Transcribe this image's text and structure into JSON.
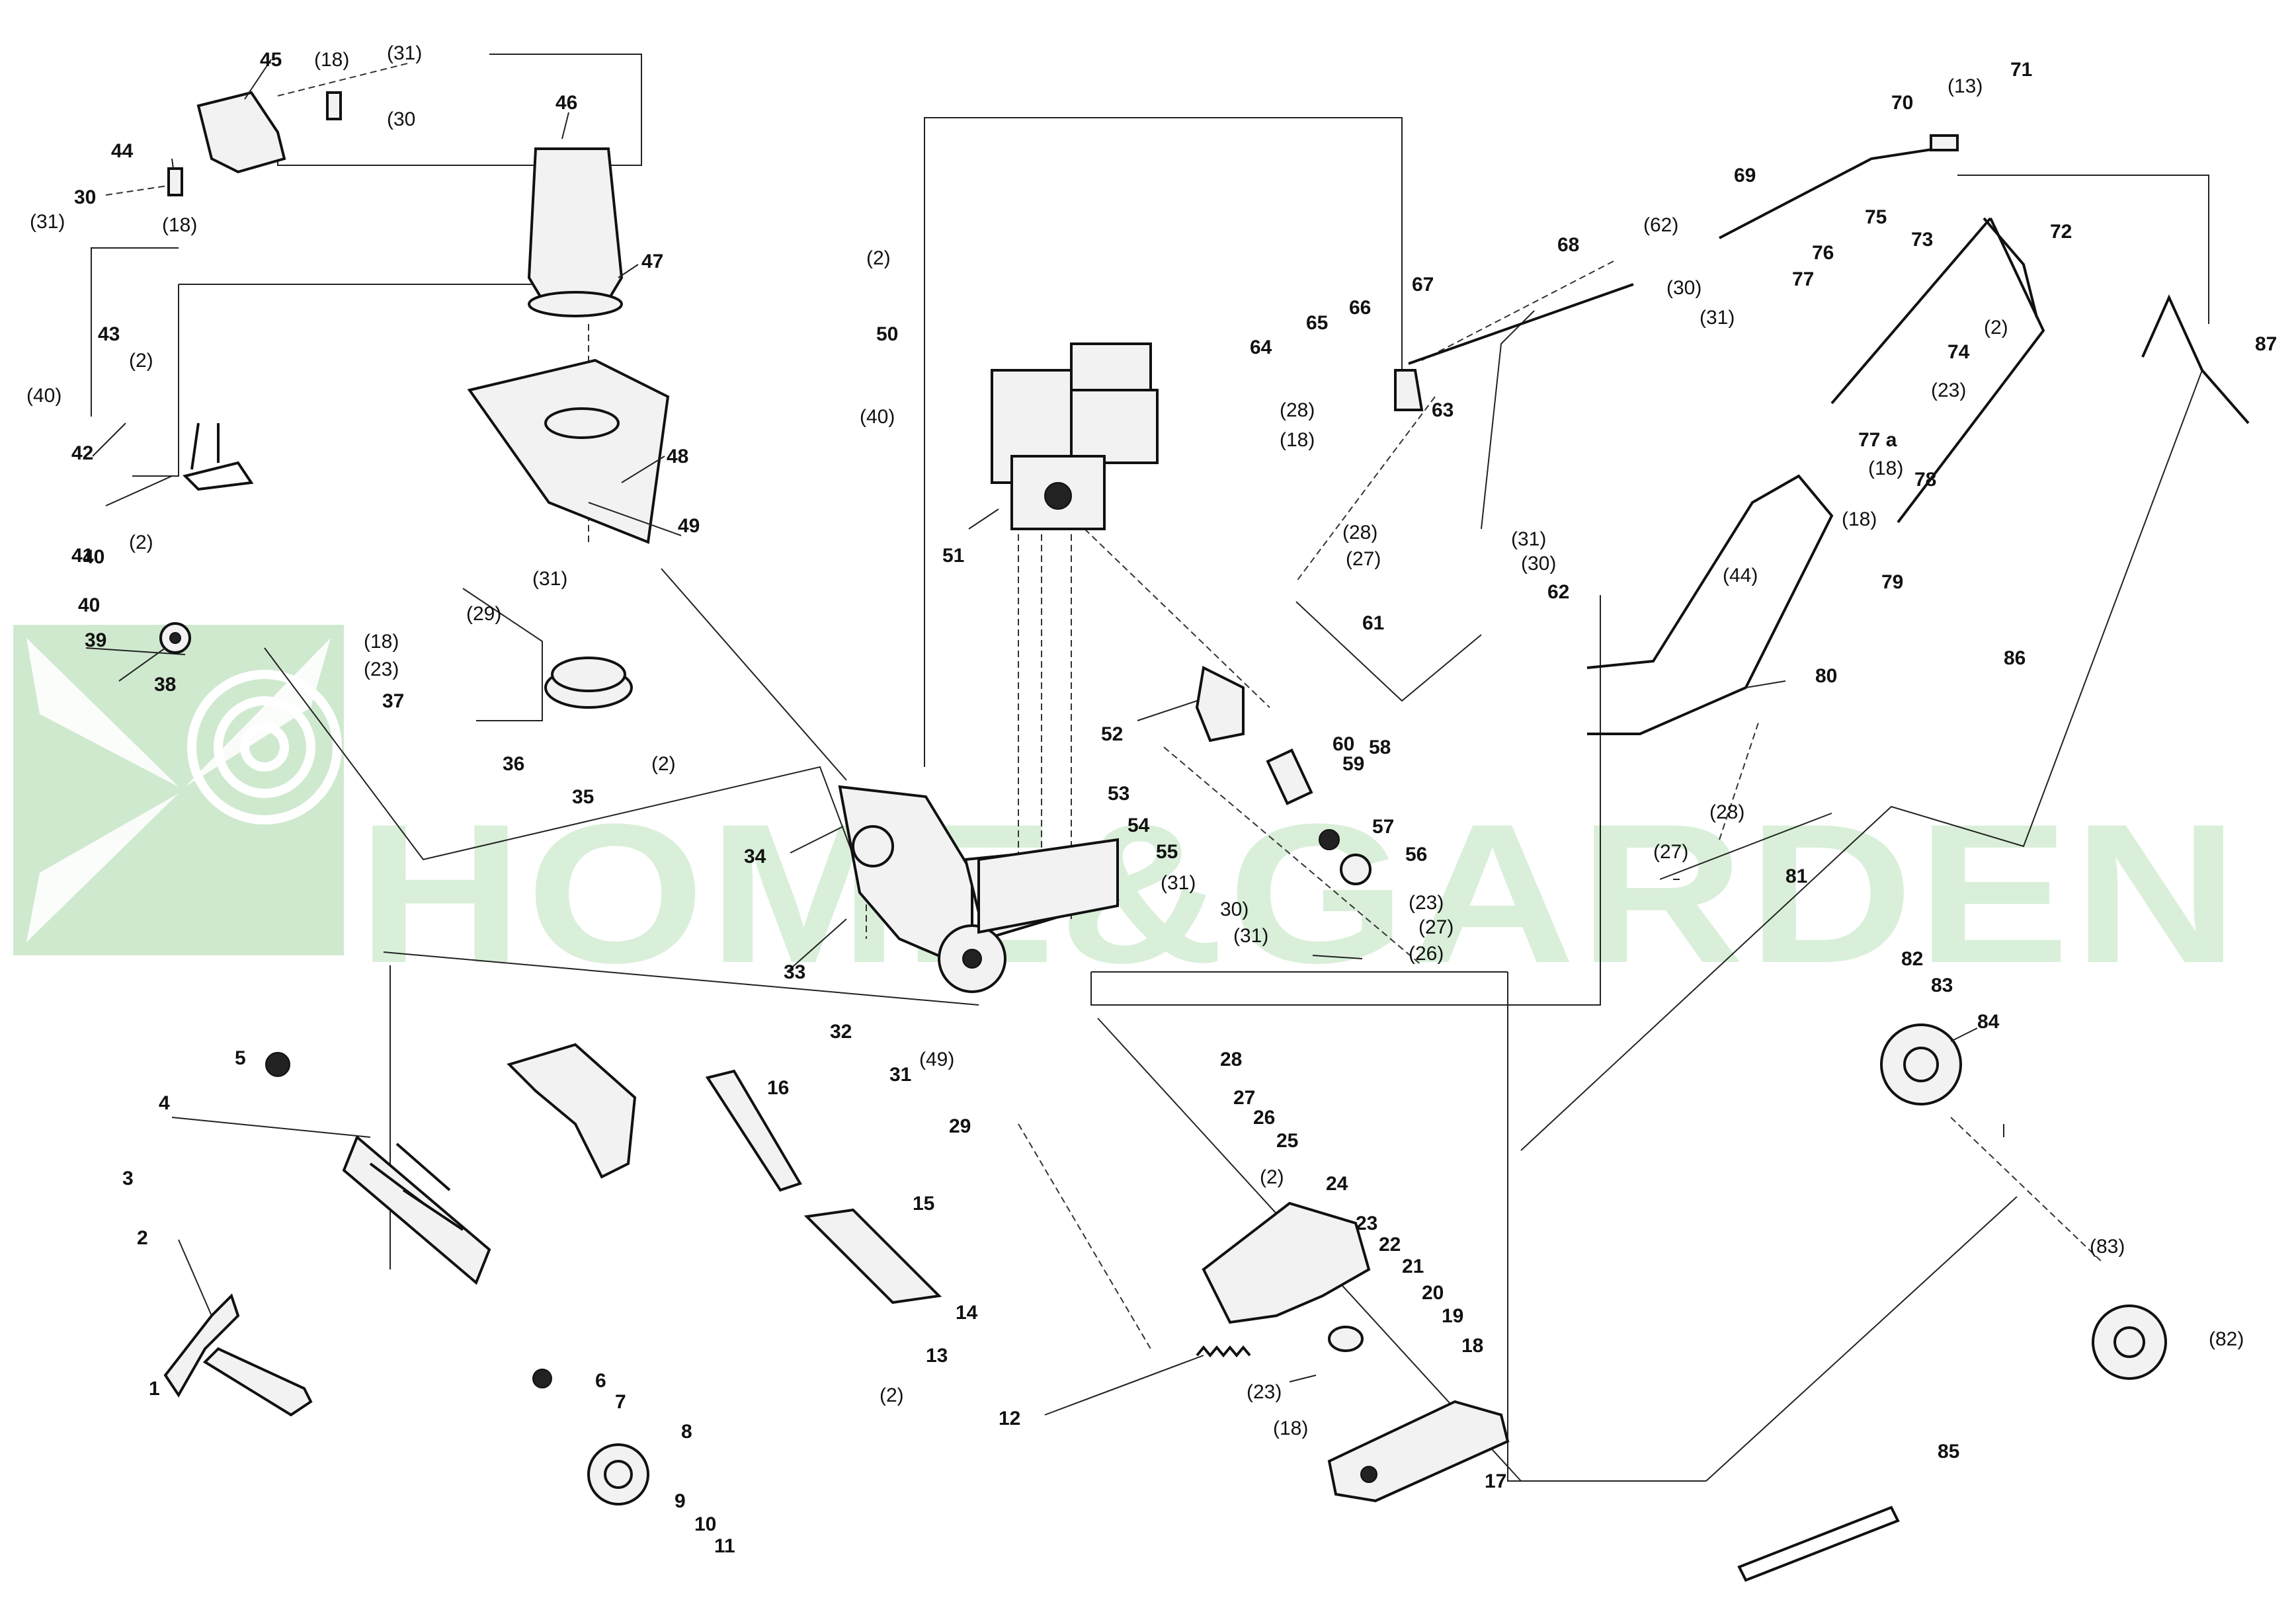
{
  "watermark": {
    "text": "HOME&GARDEN",
    "color": "#d9efd9",
    "logo_color": "#cfe9cf"
  },
  "part_labels": [
    {
      "id": "1",
      "text": "1"
    },
    {
      "id": "2",
      "text": "2"
    },
    {
      "id": "3",
      "text": "3"
    },
    {
      "id": "4",
      "text": "4"
    },
    {
      "id": "5",
      "text": "5"
    },
    {
      "id": "6",
      "text": "6"
    },
    {
      "id": "7",
      "text": "7"
    },
    {
      "id": "8",
      "text": "8"
    },
    {
      "id": "9",
      "text": "9"
    },
    {
      "id": "10",
      "text": "10"
    },
    {
      "id": "11",
      "text": "11"
    },
    {
      "id": "12",
      "text": "12"
    },
    {
      "id": "13",
      "text": "13"
    },
    {
      "id": "14",
      "text": "14"
    },
    {
      "id": "15",
      "text": "15"
    },
    {
      "id": "16",
      "text": "16"
    },
    {
      "id": "17",
      "text": "17"
    },
    {
      "id": "18",
      "text": "18"
    },
    {
      "id": "19",
      "text": "19"
    },
    {
      "id": "20",
      "text": "20"
    },
    {
      "id": "21",
      "text": "21"
    },
    {
      "id": "22",
      "text": "22"
    },
    {
      "id": "23",
      "text": "23"
    },
    {
      "id": "24",
      "text": "24"
    },
    {
      "id": "25",
      "text": "25"
    },
    {
      "id": "26",
      "text": "26"
    },
    {
      "id": "27",
      "text": "27"
    },
    {
      "id": "28",
      "text": "28"
    },
    {
      "id": "29",
      "text": "29"
    },
    {
      "id": "31",
      "text": "31"
    },
    {
      "id": "32",
      "text": "32"
    },
    {
      "id": "33",
      "text": "33"
    },
    {
      "id": "34",
      "text": "34"
    },
    {
      "id": "35",
      "text": "35"
    },
    {
      "id": "36",
      "text": "36"
    },
    {
      "id": "37",
      "text": "37"
    },
    {
      "id": "38",
      "text": "38"
    },
    {
      "id": "39",
      "text": "39"
    },
    {
      "id": "40",
      "text": "40"
    },
    {
      "id": "40b",
      "text": "40"
    },
    {
      "id": "41",
      "text": "41"
    },
    {
      "id": "42",
      "text": "42"
    },
    {
      "id": "43",
      "text": "43"
    },
    {
      "id": "44",
      "text": "44"
    },
    {
      "id": "45",
      "text": "45"
    },
    {
      "id": "46",
      "text": "46"
    },
    {
      "id": "47",
      "text": "47"
    },
    {
      "id": "48",
      "text": "48"
    },
    {
      "id": "49",
      "text": "49"
    },
    {
      "id": "50",
      "text": "50"
    },
    {
      "id": "51",
      "text": "51"
    },
    {
      "id": "52",
      "text": "52"
    },
    {
      "id": "53",
      "text": "53"
    },
    {
      "id": "54",
      "text": "54"
    },
    {
      "id": "55",
      "text": "55"
    },
    {
      "id": "56",
      "text": "56"
    },
    {
      "id": "57",
      "text": "57"
    },
    {
      "id": "58",
      "text": "58"
    },
    {
      "id": "59",
      "text": "59"
    },
    {
      "id": "60",
      "text": "60"
    },
    {
      "id": "61",
      "text": "61"
    },
    {
      "id": "62",
      "text": "62"
    },
    {
      "id": "63",
      "text": "63"
    },
    {
      "id": "64",
      "text": "64"
    },
    {
      "id": "65",
      "text": "65"
    },
    {
      "id": "66",
      "text": "66"
    },
    {
      "id": "67",
      "text": "67"
    },
    {
      "id": "68",
      "text": "68"
    },
    {
      "id": "69",
      "text": "69"
    },
    {
      "id": "70",
      "text": "70"
    },
    {
      "id": "71",
      "text": "71"
    },
    {
      "id": "72",
      "text": "72"
    },
    {
      "id": "73",
      "text": "73"
    },
    {
      "id": "74",
      "text": "74"
    },
    {
      "id": "75",
      "text": "75"
    },
    {
      "id": "76",
      "text": "76"
    },
    {
      "id": "77",
      "text": "77"
    },
    {
      "id": "77a",
      "text": "77 a"
    },
    {
      "id": "78",
      "text": "78"
    },
    {
      "id": "79",
      "text": "79"
    },
    {
      "id": "80",
      "text": "80"
    },
    {
      "id": "81",
      "text": "81"
    },
    {
      "id": "82",
      "text": "82"
    },
    {
      "id": "83",
      "text": "83"
    },
    {
      "id": "84",
      "text": "84"
    },
    {
      "id": "85",
      "text": "85"
    },
    {
      "id": "86",
      "text": "86"
    },
    {
      "id": "87",
      "text": "87"
    },
    {
      "id": "30a",
      "text": "30"
    },
    {
      "id": "12b",
      "text": "12"
    }
  ],
  "ref_labels": [
    {
      "id": "r18a",
      "text": "(18)"
    },
    {
      "id": "r31a",
      "text": "(31)"
    },
    {
      "id": "r30a",
      "text": "(30"
    },
    {
      "id": "r18b",
      "text": "(18)"
    },
    {
      "id": "r31b",
      "text": "(31)"
    },
    {
      "id": "r2a",
      "text": "(2)"
    },
    {
      "id": "r40a",
      "text": "(40)"
    },
    {
      "id": "r2b",
      "text": "(2)"
    },
    {
      "id": "r31c",
      "text": "(31)"
    },
    {
      "id": "r29a",
      "text": "(29)"
    },
    {
      "id": "r2c",
      "text": "(2)"
    },
    {
      "id": "r40b",
      "text": "(40)"
    },
    {
      "id": "r18c",
      "text": "(18)"
    },
    {
      "id": "r23a",
      "text": "(23)"
    },
    {
      "id": "r2d",
      "text": "(2)"
    },
    {
      "id": "r62a",
      "text": "(62)"
    },
    {
      "id": "r30b",
      "text": "(30)"
    },
    {
      "id": "r31d",
      "text": "(31)"
    },
    {
      "id": "r13a",
      "text": "(13)"
    },
    {
      "id": "r2e",
      "text": "(2)"
    },
    {
      "id": "r23b",
      "text": "(23)"
    },
    {
      "id": "r18d",
      "text": "(18)"
    },
    {
      "id": "r28a",
      "text": "(28)"
    },
    {
      "id": "r18e",
      "text": "(18)"
    },
    {
      "id": "r28b",
      "text": "(28)"
    },
    {
      "id": "r27a",
      "text": "(27)"
    },
    {
      "id": "r31e",
      "text": "(31)"
    },
    {
      "id": "r30c",
      "text": "(30)"
    },
    {
      "id": "r18f",
      "text": "(18)"
    },
    {
      "id": "r44a",
      "text": "(44)"
    },
    {
      "id": "r28c",
      "text": "(28)"
    },
    {
      "id": "r27b",
      "text": "(27)"
    },
    {
      "id": "r31f",
      "text": "(31)"
    },
    {
      "id": "r30d",
      "text": "30)"
    },
    {
      "id": "r31g",
      "text": "(31)"
    },
    {
      "id": "r23c",
      "text": "(23)"
    },
    {
      "id": "r27c",
      "text": "(27)"
    },
    {
      "id": "r26a",
      "text": "(26)"
    },
    {
      "id": "r49a",
      "text": "(49)"
    },
    {
      "id": "r2f",
      "text": "(2)"
    },
    {
      "id": "r2g",
      "text": "(2)"
    },
    {
      "id": "r23d",
      "text": "(23)"
    },
    {
      "id": "r18g",
      "text": "(18)"
    },
    {
      "id": "r83a",
      "text": "(83)"
    },
    {
      "id": "r82a",
      "text": "(82)"
    }
  ]
}
